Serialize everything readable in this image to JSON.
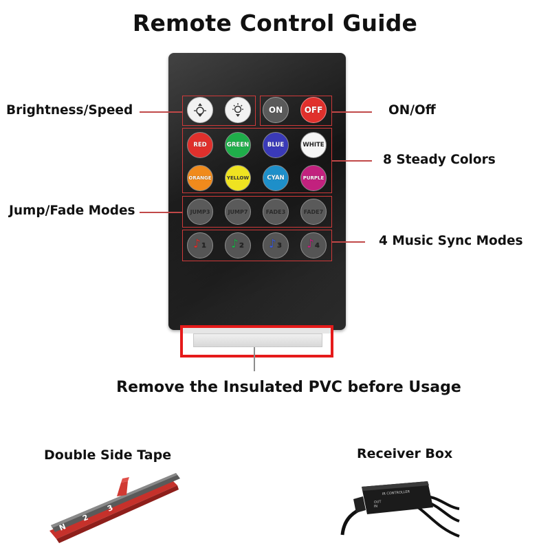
{
  "title": "Remote Control Guide",
  "labels": {
    "brightness_speed": "Brightness/Speed",
    "on_off": "ON/Off",
    "steady_colors": "8 Steady Colors",
    "jump_fade": "Jump/Fade Modes",
    "music_sync": "4 Music Sync Modes",
    "remove_pvc": "Remove the Insulated PVC before Usage",
    "double_side_tape": "Double Side Tape",
    "receiver_box": "Receiver Box"
  },
  "buttons": {
    "row1": {
      "brightness_up_icon": "brightness-up-icon",
      "brightness_down_icon": "brightness-down-icon",
      "on": "ON",
      "off": "OFF"
    },
    "colors_row1": [
      {
        "label": "RED",
        "color": "#e0302c"
      },
      {
        "label": "GREEN",
        "color": "#1fae4a"
      },
      {
        "label": "BLUE",
        "color": "#3a3ab8"
      },
      {
        "label": "WHITE",
        "color": "#f5f5f5"
      }
    ],
    "colors_row2": [
      {
        "label": "ORANGE",
        "color": "#f08a1c"
      },
      {
        "label": "YELLOW",
        "color": "#efe321"
      },
      {
        "label": "CYAN",
        "color": "#1e8fc9"
      },
      {
        "label": "PURPLE",
        "color": "#c2217e"
      }
    ],
    "jump_fade": [
      "JUMP3",
      "JUMP7",
      "FADE3",
      "FADE7"
    ],
    "music": [
      {
        "digit": "1",
        "color": "#e0302c"
      },
      {
        "digit": "2",
        "color": "#1fae4a"
      },
      {
        "digit": "3",
        "color": "#3a5ad8"
      },
      {
        "digit": "4",
        "color": "#c2217e"
      }
    ]
  },
  "receiver": {
    "label_lines": [
      "IR CONTROLLER",
      "OUT",
      "IN"
    ]
  },
  "tape_marks": [
    "N",
    "2",
    "3"
  ],
  "colors": {
    "highlight_red": "#e51a1a",
    "remote_body": "#1c1c1c"
  }
}
